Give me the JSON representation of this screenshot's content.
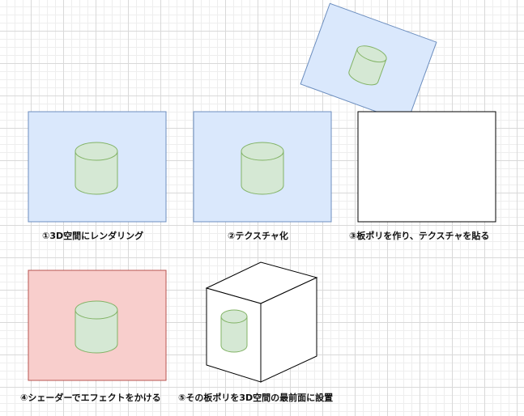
{
  "colors": {
    "panel_blue_fill": "#dae8fc",
    "panel_blue_stroke": "#6c8ebf",
    "panel_red_fill": "#f8cecc",
    "panel_red_stroke": "#b85450",
    "cylinder_fill": "#d5e8d4",
    "cylinder_stroke": "#82b366",
    "ink": "#000000"
  },
  "steps": [
    {
      "caption": "①3D空間にレンダリング"
    },
    {
      "caption": "②テクスチャ化"
    },
    {
      "caption": "③板ポリを作り、テクスチャを貼る"
    },
    {
      "caption": "④シェーダーでエフェクトをかける"
    },
    {
      "caption": "⑤その板ポリを3D空間の最前面に設置"
    }
  ]
}
